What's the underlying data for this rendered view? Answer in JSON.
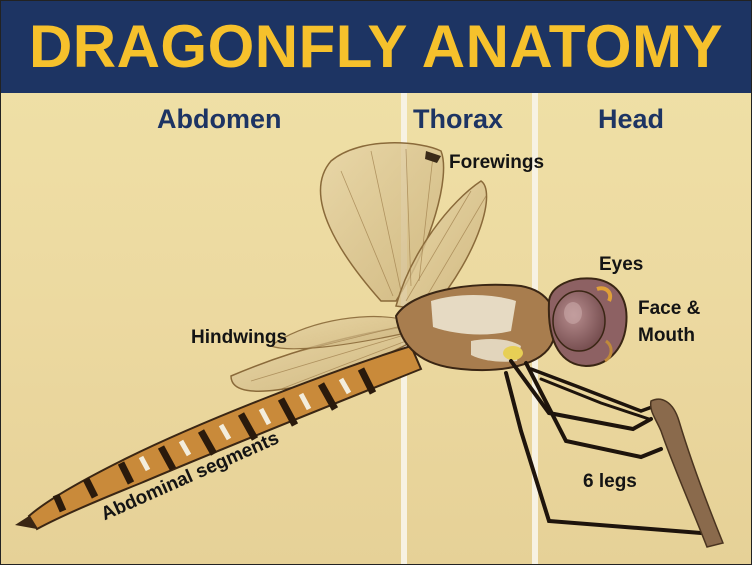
{
  "title": "DRAGONFLY ANATOMY",
  "regions": {
    "abdomen": "Abdomen",
    "thorax": "Thorax",
    "head": "Head"
  },
  "labels": {
    "forewings": "Forewings",
    "hindwings": "Hindwings",
    "eyes": "Eyes",
    "face_line1": "Face &",
    "face_line2": "Mouth",
    "legs": "6 legs",
    "abdominal_segments": "Abdominal segments"
  },
  "colors": {
    "title_bar": "#1d3463",
    "title_text": "#f6c12c",
    "region_text": "#1d3463",
    "background": "#ecd9a0"
  }
}
